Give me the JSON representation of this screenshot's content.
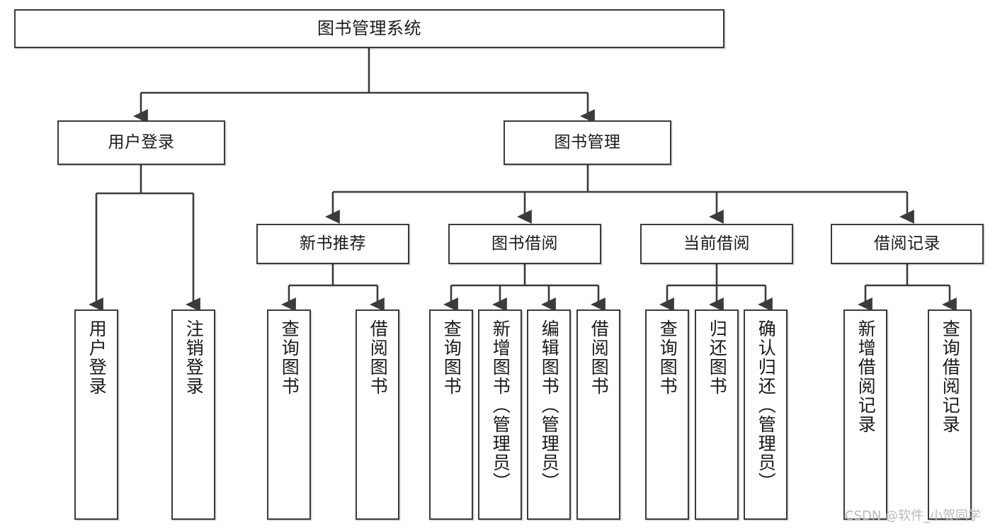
{
  "diagram": {
    "type": "tree",
    "title": "图书管理系统",
    "orientation": "top-down",
    "line_color": "#3b3b3b",
    "box_fill": "#ffffff",
    "text_color": "#1a1a1a",
    "watermark": "CSDN @软件_小贺同学",
    "levels": {
      "level1": [
        {
          "id": "root",
          "label": "图书管理系统"
        }
      ],
      "level2": [
        {
          "id": "user-login",
          "label": "用户登录",
          "parent": "root"
        },
        {
          "id": "book-management",
          "label": "图书管理",
          "parent": "root"
        }
      ],
      "level3": [
        {
          "id": "new-book-recommend",
          "label": "新书推荐",
          "parent": "book-management"
        },
        {
          "id": "book-borrow",
          "label": "图书借阅",
          "parent": "book-management"
        },
        {
          "id": "current-borrow",
          "label": "当前借阅",
          "parent": "book-management"
        },
        {
          "id": "borrow-record",
          "label": "借阅记录",
          "parent": "book-management"
        }
      ],
      "leaves": [
        {
          "id": "leaf-user-login",
          "label": "用户登录",
          "parent": "user-login"
        },
        {
          "id": "leaf-logout",
          "label": "注销登录",
          "parent": "user-login"
        },
        {
          "id": "leaf-query-book-1",
          "label": "查询图书",
          "parent": "new-book-recommend"
        },
        {
          "id": "leaf-borrow-book-1",
          "label": "借阅图书",
          "parent": "new-book-recommend"
        },
        {
          "id": "leaf-query-book-2",
          "label": "查询图书",
          "parent": "book-borrow"
        },
        {
          "id": "leaf-add-book",
          "label": "新增图书（管理员）",
          "parent": "book-borrow"
        },
        {
          "id": "leaf-edit-book",
          "label": "编辑图书（管理员）",
          "parent": "book-borrow"
        },
        {
          "id": "leaf-borrow-book-2",
          "label": "借阅图书",
          "parent": "book-borrow"
        },
        {
          "id": "leaf-query-book-3",
          "label": "查询图书",
          "parent": "current-borrow"
        },
        {
          "id": "leaf-return-book",
          "label": "归还图书",
          "parent": "current-borrow"
        },
        {
          "id": "leaf-confirm-return",
          "label": "确认归还（管理员）",
          "parent": "current-borrow"
        },
        {
          "id": "leaf-add-record",
          "label": "新增借阅记录",
          "parent": "borrow-record"
        },
        {
          "id": "leaf-query-record",
          "label": "查询借阅记录",
          "parent": "borrow-record"
        }
      ]
    }
  }
}
